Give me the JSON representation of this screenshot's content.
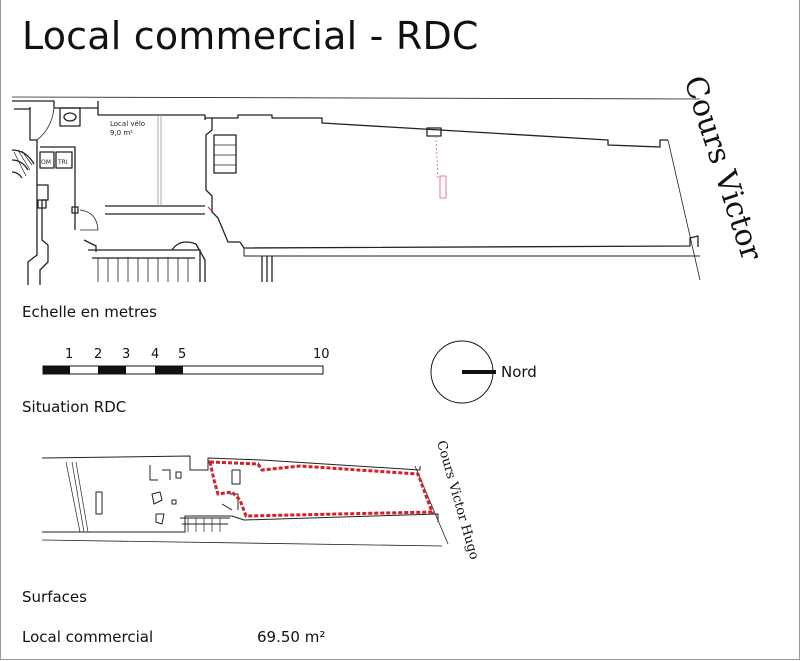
{
  "title": "Local commercial - RDC",
  "plan": {
    "local_velo_label": "Local vélo",
    "local_velo_area": "9,0  m²",
    "bin_om": "OM",
    "bin_tri": "TRI",
    "street_label": "Cours Victor"
  },
  "scale": {
    "heading": "Echelle en metres",
    "ticks": [
      "1",
      "2",
      "3",
      "4",
      "5",
      "10"
    ]
  },
  "north": {
    "label": "Nord"
  },
  "situation": {
    "heading": "Situation RDC",
    "street_label": "Cours Victor Hugo",
    "highlight_color": "#d0202a"
  },
  "surfaces": {
    "heading": "Surfaces",
    "rows": [
      {
        "name": "Local commercial",
        "value": "69.50 m²"
      }
    ]
  }
}
